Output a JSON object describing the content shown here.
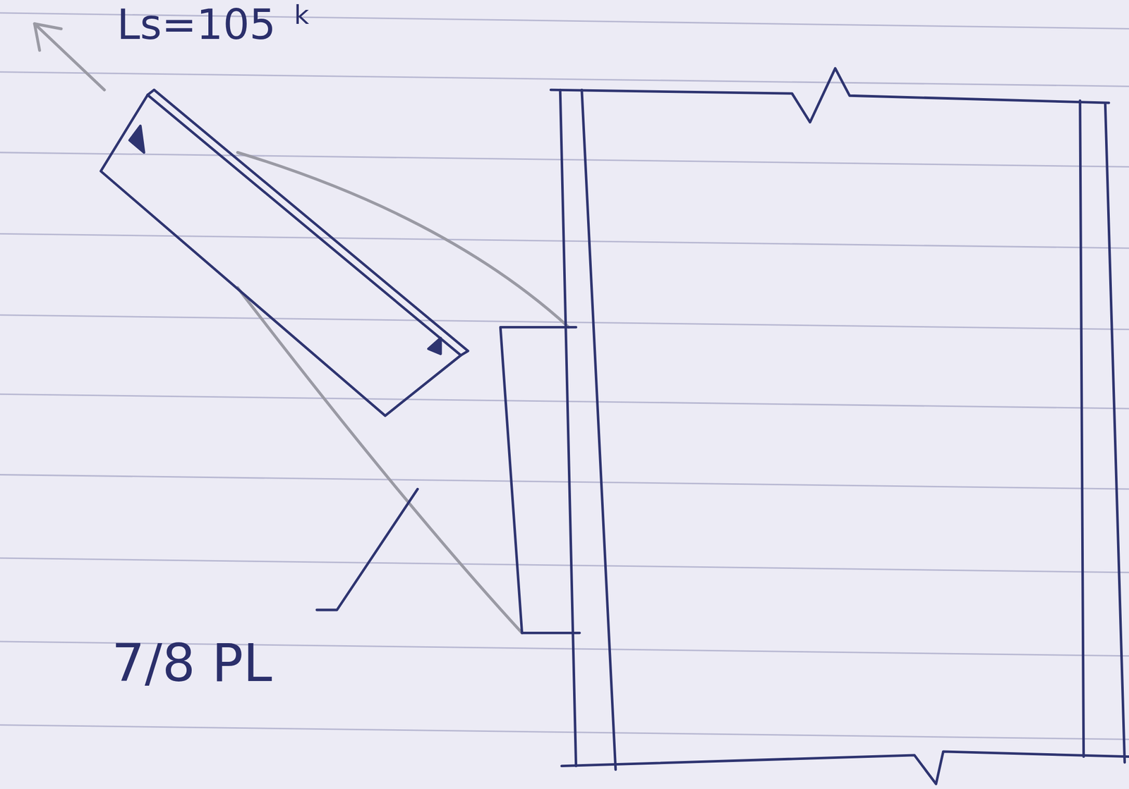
{
  "diagram": {
    "labels": [
      "Ls=105",
      "k",
      "7/8 PL"
    ]
  }
}
